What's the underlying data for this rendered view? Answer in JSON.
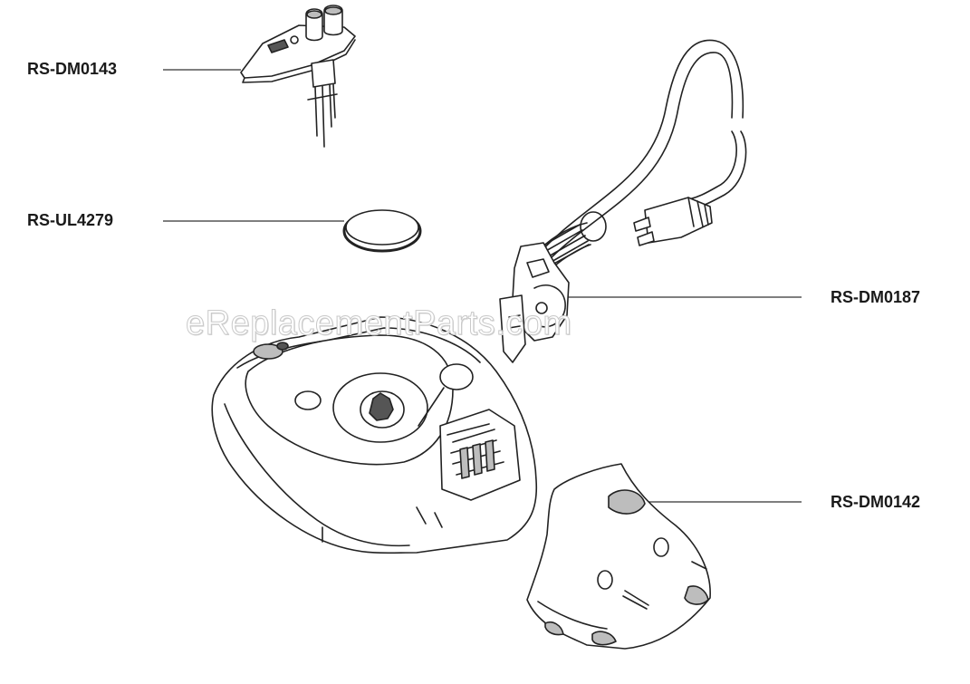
{
  "parts": [
    {
      "id": "p1",
      "number": "RS-DM0143"
    },
    {
      "id": "p2",
      "number": "RS-UL4279"
    },
    {
      "id": "p3",
      "number": "RS-DM0187"
    },
    {
      "id": "p4",
      "number": "RS-DM0142"
    }
  ],
  "watermark": "eReplacementParts.com"
}
